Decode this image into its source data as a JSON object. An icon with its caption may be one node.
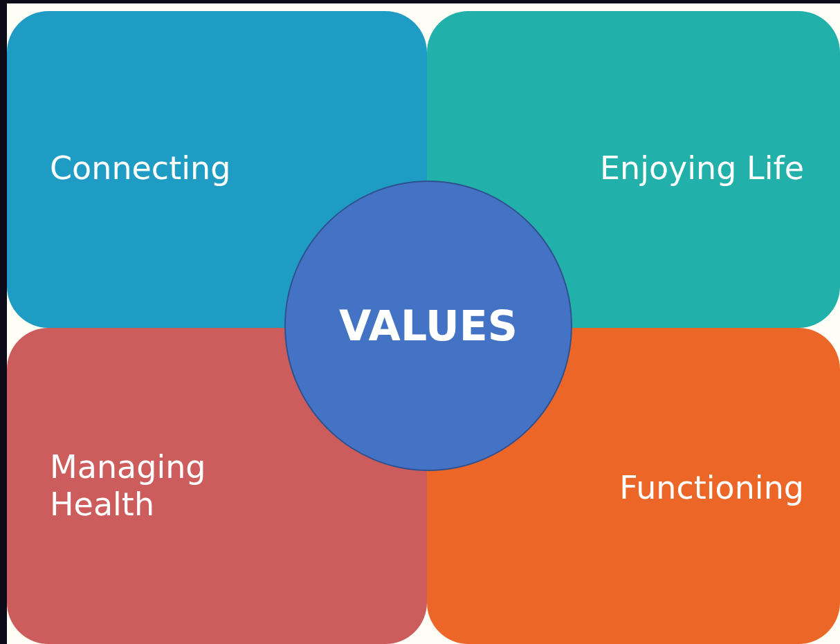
{
  "diagram": {
    "nodes": [
      {
        "text": [
          "Connecting"
        ]
      },
      {
        "text": [
          "Enjoying Life"
        ]
      },
      {
        "text": [
          "VALUES"
        ]
      },
      {
        "text": [
          "Managing Health"
        ]
      },
      {
        "text": [
          "Functioning"
        ]
      }
    ]
  }
}
